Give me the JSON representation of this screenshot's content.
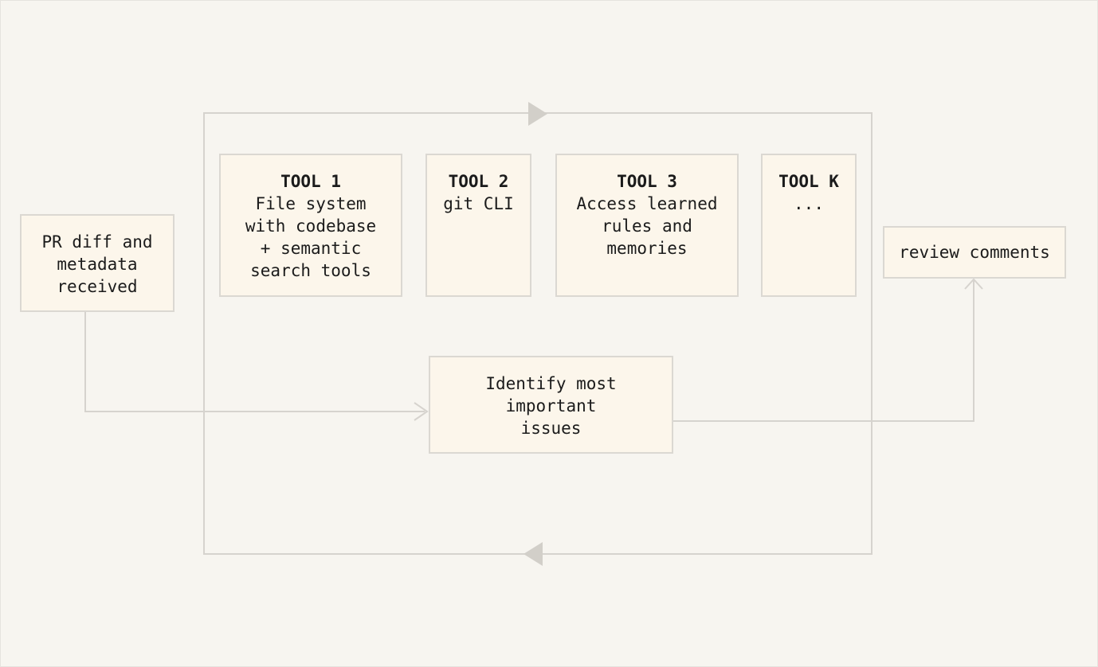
{
  "diagram": {
    "input_box": {
      "text": "PR diff and\nmetadata\nreceived"
    },
    "loop": {
      "tools": [
        {
          "title": "TOOL 1",
          "description": "File system\nwith codebase\n+ semantic\nsearch tools"
        },
        {
          "title": "TOOL 2",
          "description": "git CLI"
        },
        {
          "title": "TOOL 3",
          "description": "Access learned\nrules and\nmemories"
        },
        {
          "title": "TOOL K",
          "description": "..."
        }
      ]
    },
    "process_box": {
      "text": "Identify most\nimportant\nissues"
    },
    "output_box": {
      "text": "review comments"
    },
    "colors": {
      "background": "#f7f5f0",
      "node_fill": "#fcf6eb",
      "node_border": "#dbd8d2",
      "connector": "#d6d3ce",
      "arrowhead_fill": "#d2cfc9",
      "text": "#1b1b1b"
    }
  }
}
